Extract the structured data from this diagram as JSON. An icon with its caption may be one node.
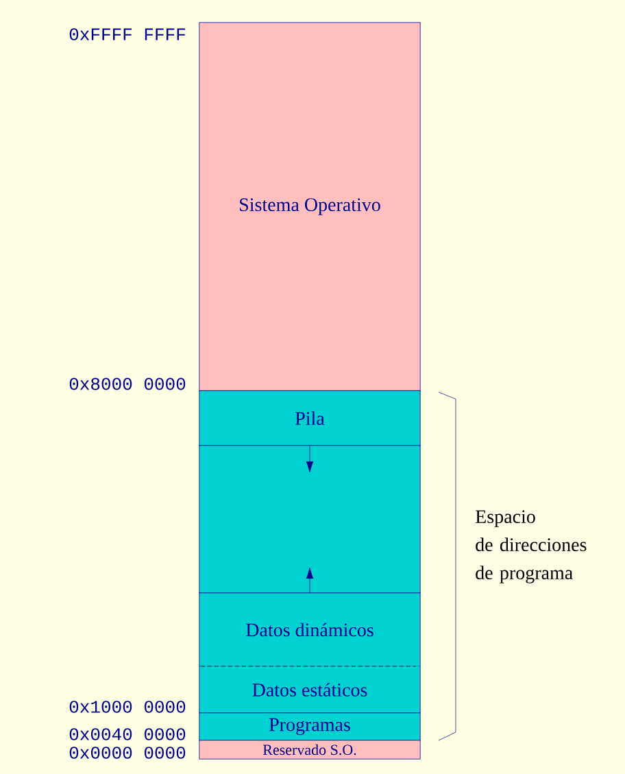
{
  "diagram": {
    "nodes": [
      {
        "text": [
          "Sistema Operativo"
        ]
      },
      {
        "text": [
          "Pila"
        ]
      },
      {
        "text": [],
        "shape": "box"
      },
      {
        "text": [
          "Datos dinámicos"
        ]
      },
      {
        "text": [
          "Datos estáticos"
        ]
      },
      {
        "text": [
          "Programas"
        ]
      },
      {
        "text": [
          "Reservado S.O."
        ]
      }
    ],
    "edges": [],
    "labels": [
      "0xFFFF FFFF",
      "0x8000 0000",
      "Espacio de direcciones de programa",
      "0x1000 0000",
      "0x0040 0000",
      "0x0000 0000"
    ]
  }
}
